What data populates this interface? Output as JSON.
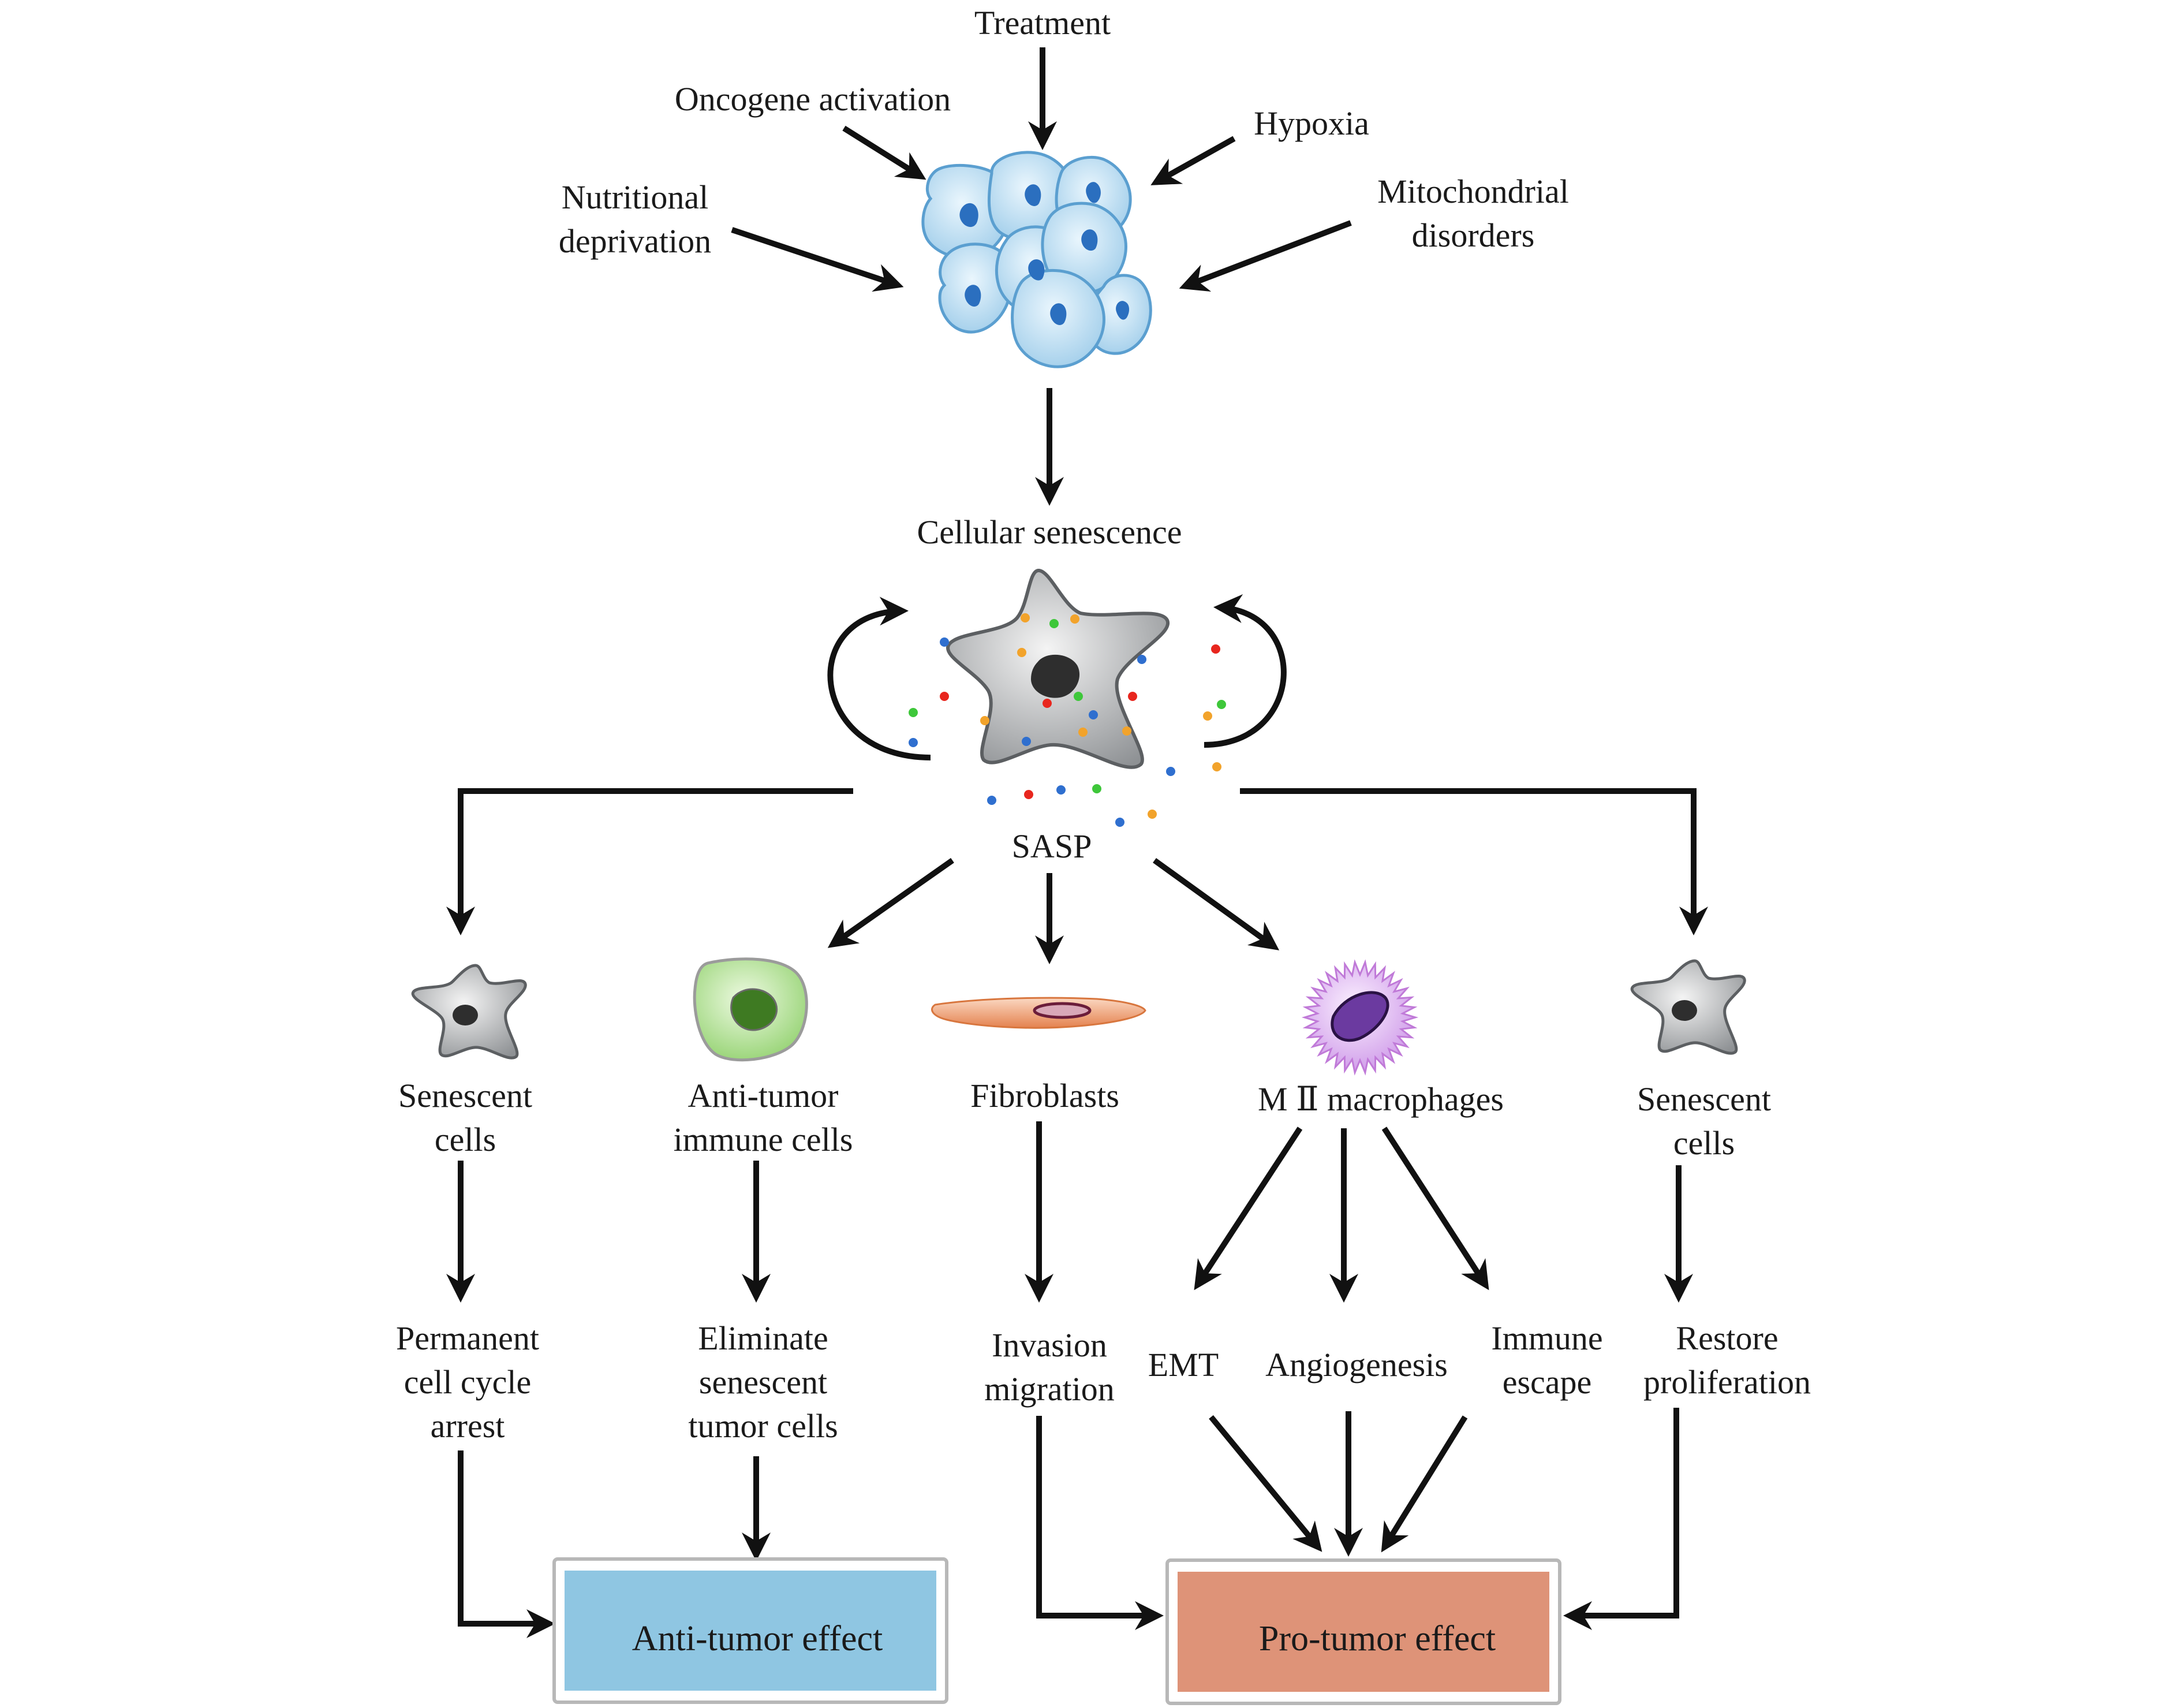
{
  "labels": {
    "treatment": "Treatment",
    "oncogene": "Oncogene activation",
    "hypoxia": "Hypoxia",
    "nutritional": "Nutritional\ndeprivation",
    "mitochondrial": "Mitochondrial\ndisorders",
    "cellular_senescence": "Cellular senescence",
    "sasp": "SASP",
    "senescent_left": "Senescent\ncells",
    "anti_tumor_immune": "Anti-tumor\nimmune cells",
    "fibroblasts": "Fibroblasts",
    "m2_macrophages": "M Ⅱ macrophages",
    "senescent_right": "Senescent\ncells",
    "permanent_arrest": "Permanent\ncell cycle\narrest",
    "eliminate": "Eliminate\nsenescent\ntumor cells",
    "invasion": "Invasion\nmigration",
    "emt": "EMT",
    "angiogenesis": "Angiogenesis",
    "immune_escape": "Immune\nescape",
    "restore": "Restore\nproliferation"
  },
  "boxes": {
    "anti_tumor": {
      "label": "Anti-tumor effect",
      "color": "#8fc6e2"
    },
    "pro_tumor": {
      "label": "Pro-tumor effect",
      "color": "#de9378"
    }
  },
  "colors": {
    "cell_fill": "#bfe0f2",
    "cell_stroke": "#5b9fd0",
    "nucleus": "#2b6fbf",
    "senescent_fill": "#b8babc",
    "immune_fill": "#a8dc86",
    "immune_nucleus": "#3e7a22",
    "fibroblast": "#e99566",
    "macrophage": "#d7a8ec",
    "macrophage_nucleus": "#6b3aa0",
    "sasp_dots": [
      "#2f6fcf",
      "#e8261e",
      "#3ec73a",
      "#f2a32b"
    ]
  },
  "icons": {
    "cell_cluster": "cell-cluster-icon",
    "senescent_cell": "senescent-cell-icon",
    "immune_cell": "immune-cell-icon",
    "fibroblast": "fibroblast-icon",
    "macrophage": "macrophage-icon"
  }
}
